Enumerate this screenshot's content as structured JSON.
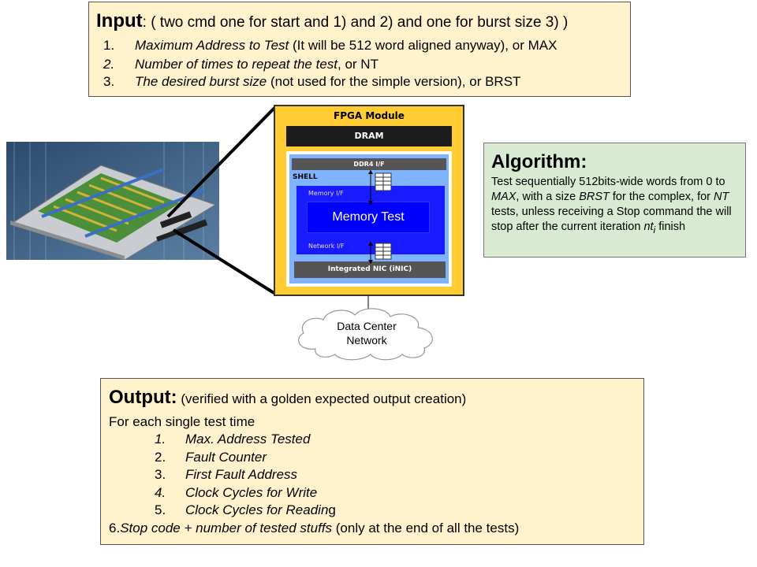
{
  "input": {
    "title": "Input",
    "subtitle": ": ( two cmd one for start and 1) and 2) and one for burst size 3) )",
    "items": [
      {
        "num": "1.",
        "italic": "Maximum Address to Test",
        "rest": " (It will be 512 word aligned anyway), or MAX"
      },
      {
        "num": "2.",
        "italic": "Number of times to repeat the test",
        "rest": ", or NT"
      },
      {
        "num": "3.",
        "italic": "The desired burst size",
        "rest": " (not used for the simple version), or BRST"
      }
    ]
  },
  "algorithm": {
    "title": "Algorithm:",
    "p1": "Test sequentially 512bits-wide words from 0 to ",
    "max": "MAX",
    "p2": ", with a size ",
    "brst": "BRST",
    "p3": " for the complex,  for ",
    "nt": "NT",
    "p4": " tests, unless receiving a Stop command the will stop after the current iteration ",
    "nt_i": "nt",
    "sub_i": "i",
    "p5": " finish"
  },
  "fpga": {
    "title": "FPGA Module",
    "dram": "DRAM",
    "ddr4": "DDR4 I/F",
    "shell": "SHELL",
    "memory_if": "Memory I/F",
    "network_if": "Network I/F",
    "memory_test": "Memory Test",
    "inic": "Integrated NIC (iNIC)"
  },
  "cloud": {
    "line1": "Data Center",
    "line2": "Network"
  },
  "output": {
    "title": "Output:",
    "subtitle": " (verified with a golden expected output creation)",
    "line1": "For each single test time",
    "items": [
      {
        "num": "1.",
        "text": "Max. Address Tested"
      },
      {
        "num": "2.",
        "text": "Fault Counter"
      },
      {
        "num": "3.",
        "text": "First Fault Address"
      },
      {
        "num": "4.",
        "text": "Clock Cycles for Write"
      },
      {
        "num": "5.",
        "text": "Clock Cycles for Readin",
        "suffix": "g"
      }
    ],
    "last_num": "6.",
    "last_italic": "Stop code + number of tested stuffs",
    "last_rest": " (only at the end of all the tests)"
  },
  "colors": {
    "note_fill": "#fff2cc",
    "algo_fill": "#d9ead3",
    "fpga_yellow": "#ffcc33",
    "shell_blue": "#80b3ff",
    "memtest_blue": "#0000ff"
  }
}
